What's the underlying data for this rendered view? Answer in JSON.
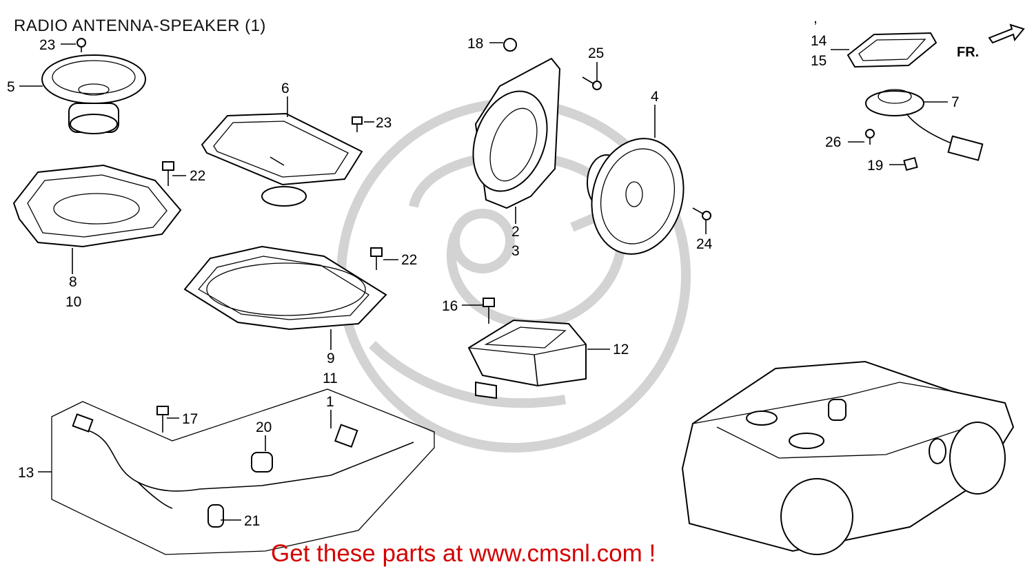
{
  "title": "RADIO ANTENNA-SPEAKER (1)",
  "footer_text": "Get these parts at www.cmsnl.com !",
  "direction_label": "FR.",
  "stray_mark": ",",
  "colors": {
    "footer": "#d40000",
    "watermark": "#d3d3d3",
    "ink": "#000000"
  },
  "callouts": {
    "c23a": "23",
    "c5": "5",
    "c6": "6",
    "c23b": "23",
    "c22a": "22",
    "c8": "8",
    "c10": "10",
    "c18": "18",
    "c25": "25",
    "c4": "4",
    "c2": "2",
    "c3": "3",
    "c24": "24",
    "c22b": "22",
    "c9": "9",
    "c11": "11",
    "c16": "16",
    "c12": "12",
    "c14": "14",
    "c15": "15",
    "c7": "7",
    "c26": "26",
    "c19": "19",
    "c17": "17",
    "c1": "1",
    "c20": "20",
    "c13": "13",
    "c21": "21"
  }
}
